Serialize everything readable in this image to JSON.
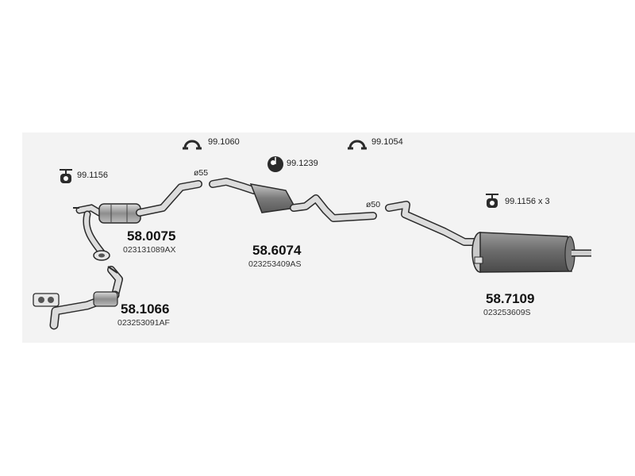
{
  "parts": [
    {
      "id": "front_pipe",
      "number": "58.0075",
      "oem": "023131089AX"
    },
    {
      "id": "manifold_pipe",
      "number": "58.1066",
      "oem": "023253091AF"
    },
    {
      "id": "middle_silencer",
      "number": "58.6074",
      "oem": "023253409AS"
    },
    {
      "id": "rear_silencer",
      "number": "58.7109",
      "oem": "023253609S"
    }
  ],
  "accessories": {
    "clamp_a": "99.1060",
    "clamp_b": "99.1054",
    "hanger_front": "99.1156",
    "hanger_mid": "99.1239",
    "hanger_rear": "99.1156 x 3"
  },
  "diameters": {
    "front": "ø55",
    "rear": "ø50"
  },
  "icons": {
    "clamp": "pipe-clamp-icon",
    "hanger": "rubber-hanger-icon",
    "mount": "rubber-mount-icon"
  },
  "colors": {
    "panel": "#f3f3f3",
    "pipe": "#d9d9d9",
    "outline": "#2b2b2b",
    "muffler_dark": "#6f6f6f"
  }
}
